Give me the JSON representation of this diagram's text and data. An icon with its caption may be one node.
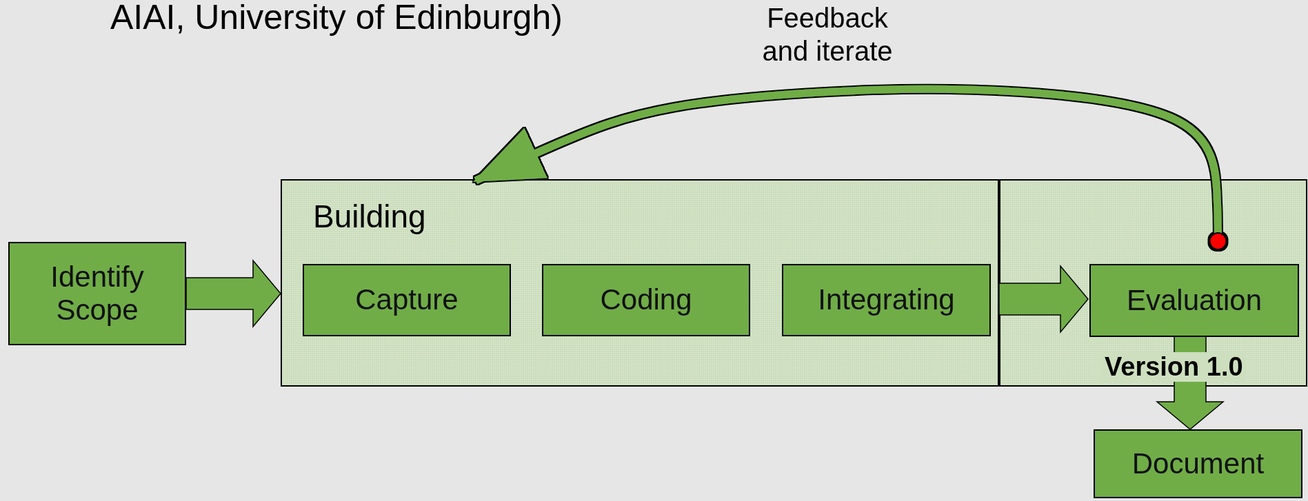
{
  "diagram": {
    "title": "AIAI, University of Edinburgh)",
    "nodes": [
      {
        "text": [
          "Identify Scope"
        ]
      },
      {
        "text": [
          "Building"
        ]
      },
      {
        "text": [
          "Capture"
        ],
        "in": 1
      },
      {
        "text": [
          "Coding"
        ],
        "in": 1
      },
      {
        "text": [
          "Integrating"
        ],
        "in": 1
      },
      {
        "text": [],
        "shape": "box"
      },
      {
        "text": [
          "Evaluation"
        ],
        "in": 5
      },
      {
        "text": [
          "Document"
        ]
      }
    ],
    "edges": [
      {
        "from": 0,
        "to": 1,
        "arrow": "to"
      },
      {
        "from": 1,
        "to": 6,
        "arrow": "to"
      },
      {
        "from": 6,
        "to": 7,
        "arrow": "to",
        "label": "Version 1.0"
      },
      {
        "from": 6,
        "to": 1,
        "arrow": "to",
        "label": "Feedback and iterate"
      }
    ]
  }
}
